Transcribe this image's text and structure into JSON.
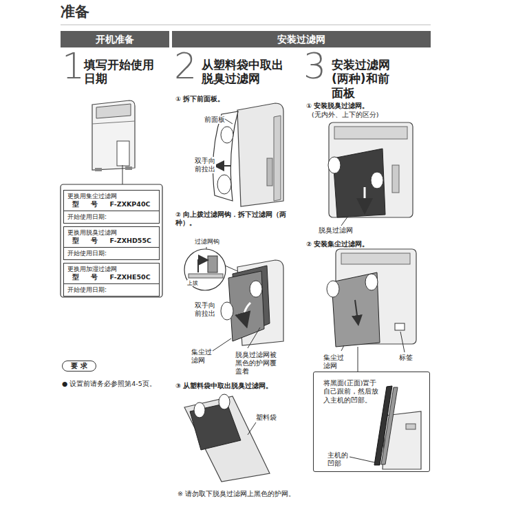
{
  "diagram": {
    "title": "准备",
    "nodes": [
      {
        "text": [
          "开机准备"
        ]
      },
      {
        "text": [
          "安装过滤网"
        ]
      },
      {
        "text": [
          "更换用集尘过滤网",
          "型 号 F-ZXKP40C",
          "开始使用日期:"
        ]
      },
      {
        "text": [
          "更换用脱臭过滤网",
          "型 号 F-ZXHD55C",
          "开始使用日期:"
        ]
      },
      {
        "text": [
          "更换用加湿过滤网",
          "型 号 F-ZXHE50C",
          "开始使用日期:"
        ]
      },
      {
        "text": [
          "要 求"
        ]
      },
      {
        "text": [
          "将黑面(正面)置于自己跟前，然后放入主机的凹部。"
        ]
      }
    ],
    "labels": [
      "1",
      "填写开始使用日期",
      "2",
      "从塑料袋中取出脱臭过滤网",
      "3",
      "安装过滤网(两种)和前面板",
      "① 拆下前面板。",
      "前面板",
      "双手向前拉出",
      "② 向上拨过滤网钩．拆下过滤网（两种）。",
      "过滤网钩",
      "上拔",
      "双手向前拉出",
      "集尘过滤网",
      "脱臭过滤网被黑色的护网覆盖着",
      "③ 从塑料袋中取出脱臭过滤网。",
      "塑料袋",
      "※ 请勿取下脱臭过滤网上黑色的护网。",
      "① 安装脱臭过滤网。",
      "(无内外、上下的区分)",
      "脱臭过滤网",
      "② 安装集尘过滤网。",
      "集尘过滤网",
      "标签",
      "主机的凹部",
      "● 设置前请务必参照第4-5页。"
    ]
  }
}
